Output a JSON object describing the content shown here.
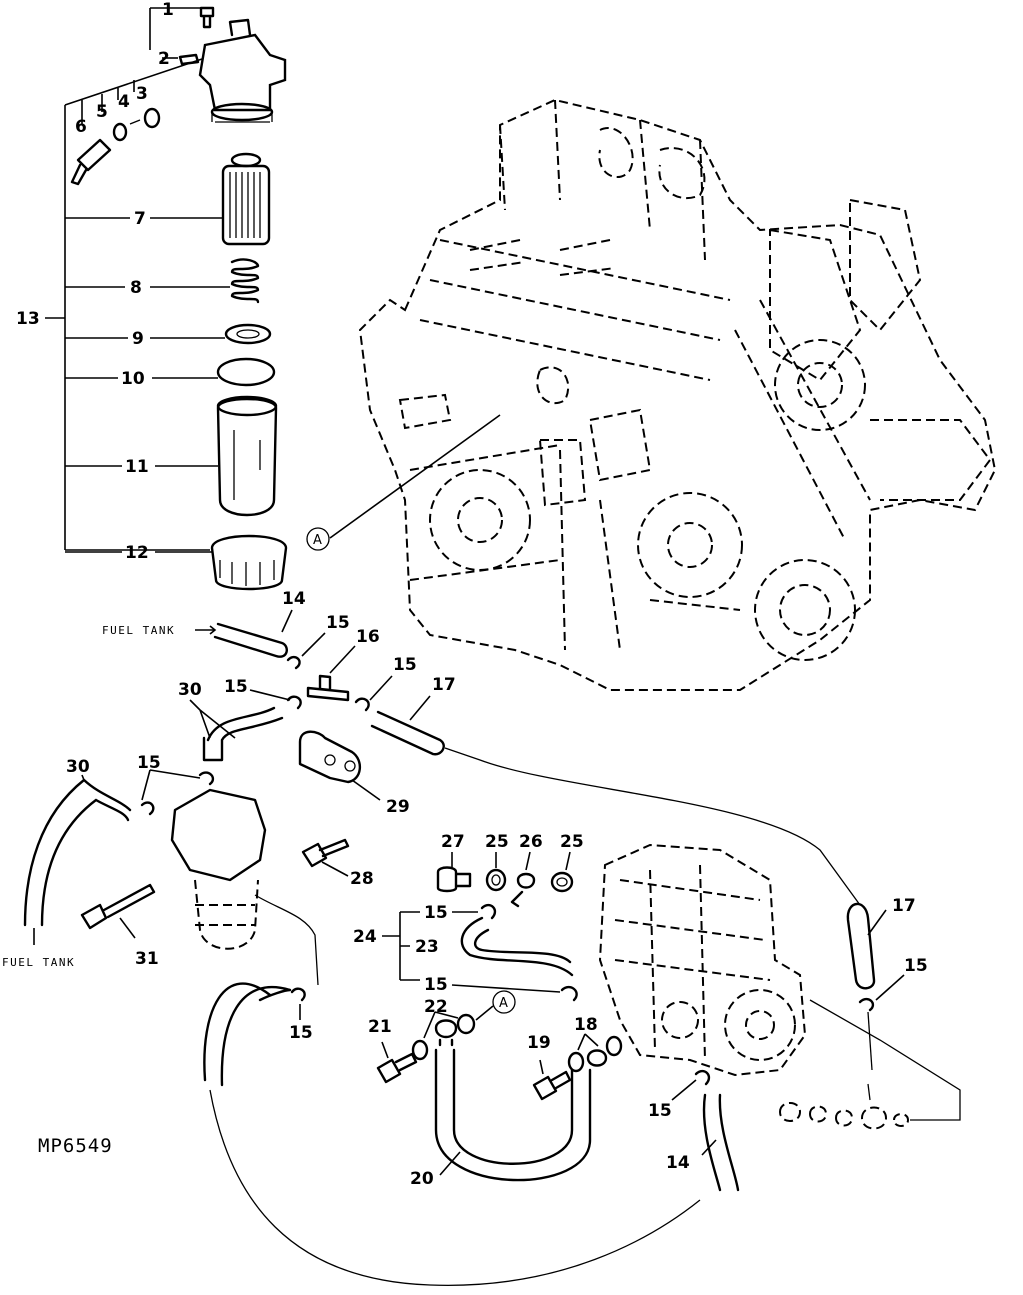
{
  "callouts": {
    "c1": "1",
    "c2": "2",
    "c3": "3",
    "c4": "4",
    "c5": "5",
    "c6": "6",
    "c7": "7",
    "c8": "8",
    "c9": "9",
    "c10": "10",
    "c11": "11",
    "c12": "12",
    "c13": "13",
    "c14_top": "14",
    "c15_a": "15",
    "c16": "16",
    "c15_b": "15",
    "c15_c": "15",
    "c17_top": "17",
    "c30_top": "30",
    "c30_left": "30",
    "c15_d": "15",
    "c29": "29",
    "c28": "28",
    "c31": "31",
    "c15_e": "15",
    "c27": "27",
    "c25_a": "25",
    "c26": "26",
    "c25_b": "25",
    "c24": "24",
    "c15_f": "15",
    "c23": "23",
    "c15_g": "15",
    "c17_right": "17",
    "c15_h": "15",
    "c21": "21",
    "c22": "22",
    "c19": "19",
    "c18": "18",
    "c15_i": "15",
    "c14_bottom": "14",
    "c20": "20"
  },
  "labels": {
    "fuel_tank_top": "FUEL TANK",
    "fuel_tank_left": "FUEL TANK",
    "ref_a_engine": "A",
    "ref_a_pump": "A"
  },
  "drawing_id": "MP6549"
}
